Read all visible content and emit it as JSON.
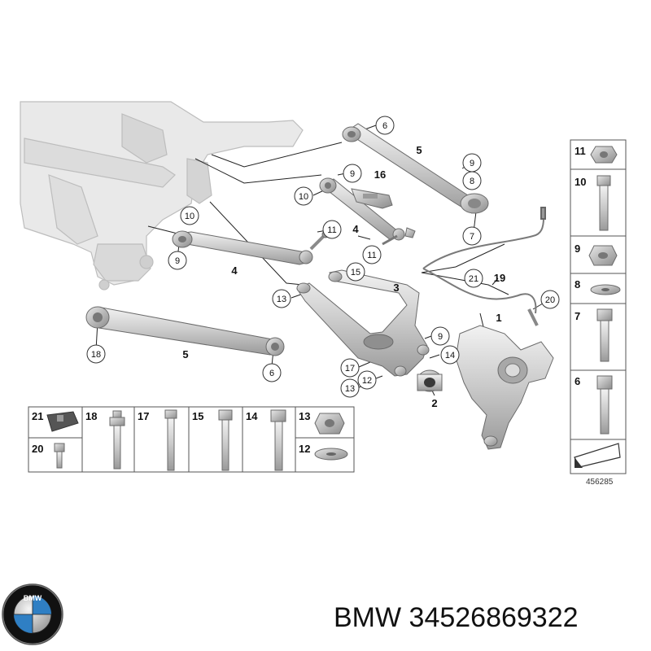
{
  "diagram": {
    "reference_number": "456285",
    "callouts": {
      "c6_top": "6",
      "c5_top": "5",
      "c9_right": "9",
      "c8_right": "8",
      "c7_right": "7",
      "c9_mid": "9",
      "c16": "16",
      "c10_mid": "10",
      "c4_right": "4",
      "c11_mid": "11",
      "c10_left": "10",
      "c9_left": "9",
      "c4_left": "4",
      "c15": "15",
      "c3": "3",
      "c13_a": "13",
      "c21_part": "21",
      "c19": "19",
      "c20_part": "20",
      "c1": "1",
      "c18_part": "18",
      "c5_bottom": "5",
      "c6_bottom": "6",
      "c9_bottom": "9",
      "c14": "14",
      "c17": "17",
      "c12": "12",
      "c13_b": "13",
      "c2": "2"
    },
    "side_panel": [
      "11",
      "10",
      "9",
      "8",
      "7",
      "6"
    ],
    "bottom_panel": [
      "21",
      "18",
      "17",
      "15",
      "14",
      "13",
      "20",
      "12"
    ]
  },
  "brand": {
    "text": "BMW 34526869322",
    "logo_letters": "BMW",
    "colors": {
      "blue": "#2f7fc4",
      "ring": "#111111",
      "silver": "#cfcfcf"
    }
  }
}
